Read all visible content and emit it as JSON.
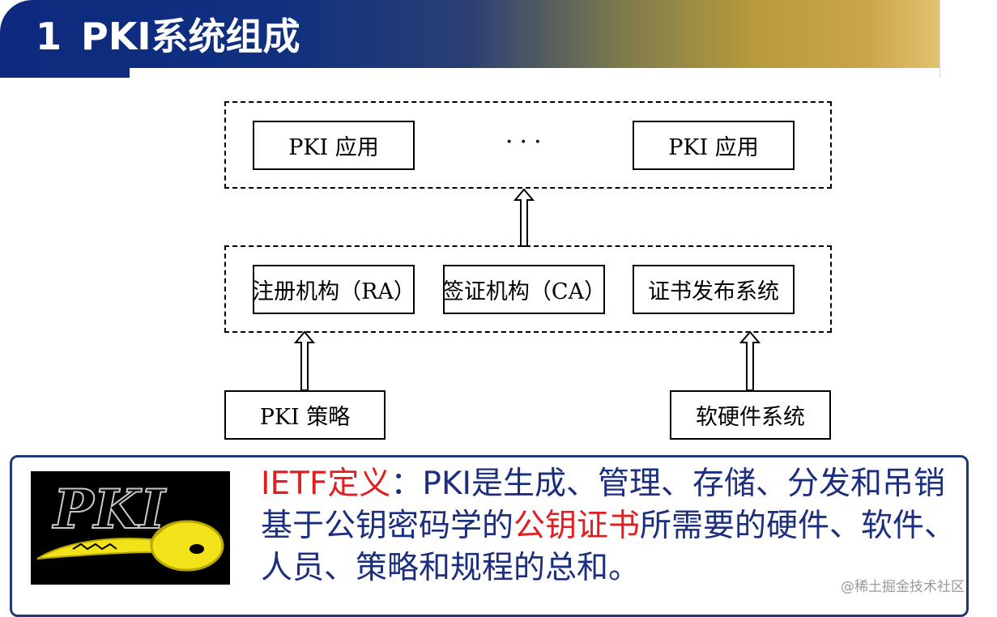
{
  "header": {
    "number": "1",
    "title": "PKI系统组成"
  },
  "diagram": {
    "top_group": {
      "left_app": "PKI 应用",
      "ellipsis": "···",
      "right_app": "PKI 应用"
    },
    "middle_group": {
      "ra": "注册机构（RA）",
      "ca": "签证机构（CA）",
      "cert_publish": "证书发布系统"
    },
    "bottom": {
      "policy": "PKI 策略",
      "hw_sw": "软硬件系统"
    }
  },
  "definition": {
    "label": "IETF定义",
    "colon": "：",
    "part1": "PKI是生成、管理、存储、分发和吊销基于公钥密码学的",
    "highlight": "公钥证书",
    "part2": "所需要的硬件、软件、人员、策略和规程的总和。"
  },
  "logo": {
    "text": "PKI"
  },
  "watermark": "@稀土掘金技术社区",
  "colors": {
    "header_blue": "#0d2a7e",
    "header_gold": "#caa54a",
    "text_blue": "#1b2f7e",
    "accent_red": "#e02020",
    "key_yellow": "#f2e21a"
  }
}
